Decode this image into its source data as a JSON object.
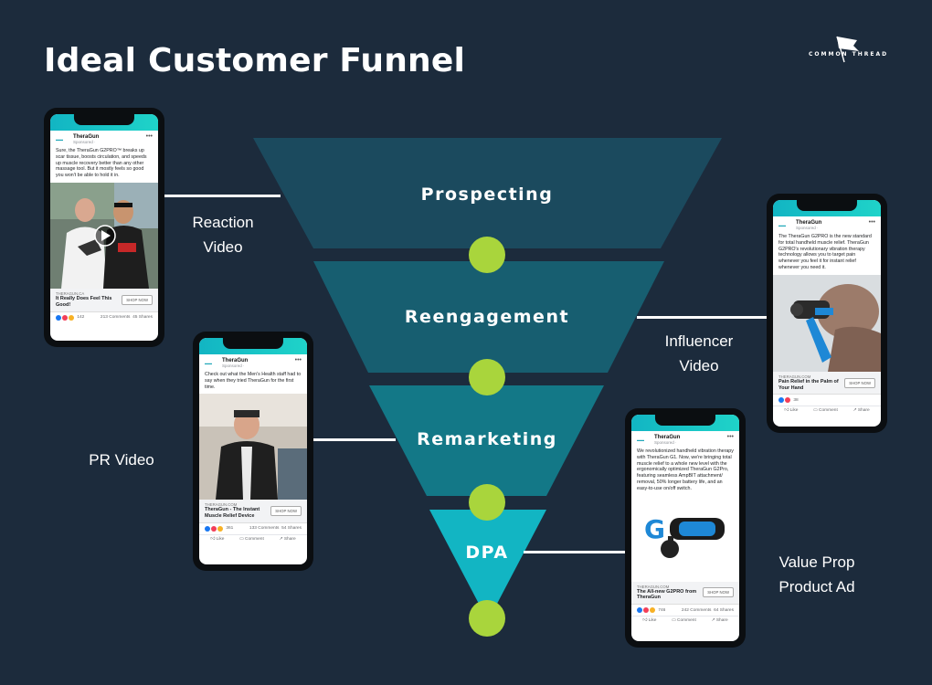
{
  "title": "Ideal Customer Funnel",
  "logo": {
    "text": "COMMON THREAD"
  },
  "colors": {
    "background": "#1c2b3c",
    "stage1": "#1b4a5e",
    "stage2": "#175e70",
    "stage3": "#137887",
    "stage4": "#12b5c3",
    "dot": "#a9d53c"
  },
  "stages": [
    {
      "label": "Prospecting"
    },
    {
      "label": "Reengagement"
    },
    {
      "label": "Remarketing"
    },
    {
      "label": "DPA"
    }
  ],
  "side_labels": {
    "reaction": "Reaction\nVideo",
    "influencer": "Influencer\nVideo",
    "pr": "PR Video",
    "value": "Value Prop\nProduct Ad"
  },
  "ads": {
    "reaction": {
      "brand": "TheraGun",
      "sponsored": "Sponsored · ",
      "caption": "Sure, the TheraGun G2PRO™ breaks up scar tissue, boosts circulation, and speeds up muscle recovery better than any other massage tool. But it mostly feels so good you won't be able to hold it in.",
      "domain": "THERAGUN.CA",
      "headline": "It Really Does Feel This Good!",
      "cta": "SHOP NOW",
      "reactions": "142",
      "comments": "213 Comments",
      "shares": "45 Shares"
    },
    "influencer": {
      "brand": "TheraGun",
      "sponsored": "Sponsored · ",
      "caption": "The TheraGun G2PRO is the new standard for total handheld muscle relief. TheraGun G2PRO's revolutionary vibration therapy technology allows you to target pain whenever you feel it for instant relief whenever you need it.",
      "domain": "THERAGUN.COM",
      "headline": "Pain Relief in the Palm of Your Hand",
      "cta": "SHOP NOW",
      "reactions": "38",
      "like": "Like",
      "comment": "Comment",
      "share": "Share"
    },
    "pr": {
      "brand": "TheraGun",
      "sponsored": "Sponsored · ",
      "caption": "Check out what the Men's Health staff had to say when they tried TheraGun for the first time.",
      "domain": "THERAGUN.COM",
      "headline": "TheraGun - The Instant Muscle Relief Device",
      "cta": "SHOP NOW",
      "reactions": "361",
      "comments": "133 Comments",
      "shares": "54 Shares",
      "like": "Like",
      "comment": "Comment",
      "share": "Share"
    },
    "value": {
      "brand": "TheraGun",
      "sponsored": "Sponsored · ",
      "caption": "We revolutionized handheld vibration therapy with TheraGun G1. Now, we're bringing total muscle relief to a whole new level with the ergonomically optimized TheraGun G2Pro, featuring seamless AmpBIT attachment/ removal, 50% longer battery life, and an easy-to-use on/off switch.",
      "domain": "THERAGUN.COM",
      "headline": "The All-new G2PRO from TheraGun",
      "cta": "SHOP NOW",
      "reactions": "746",
      "comments": "242 Comments",
      "shares": "64 Shares",
      "like": "Like",
      "comment": "Comment",
      "share": "Share"
    }
  },
  "icons": {
    "play": "play-icon",
    "more": "more-dots-icon",
    "like": "thumbs-up-icon",
    "comment": "comment-icon",
    "share": "share-icon",
    "flag": "flag-logo-icon"
  }
}
